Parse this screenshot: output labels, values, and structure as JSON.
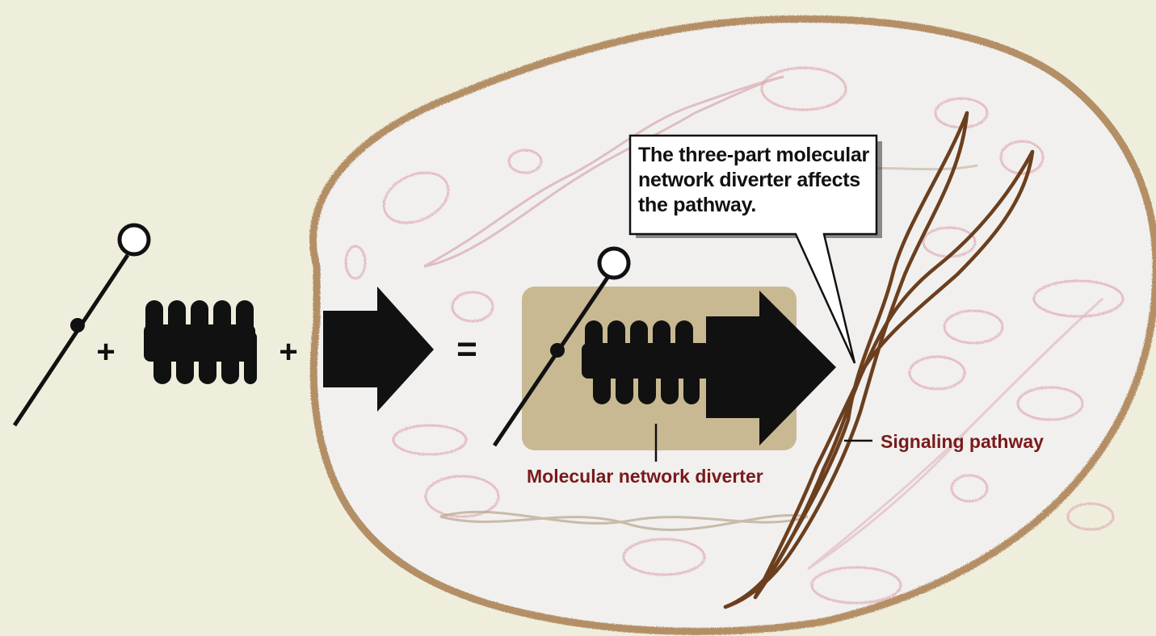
{
  "callout": {
    "text": "The three-part molecular network diverter affects the pathway."
  },
  "labels": {
    "diverter": "Molecular network diverter",
    "pathway": "Signaling pathway"
  },
  "equation": {
    "plus": "+",
    "equals": "="
  },
  "colors": {
    "background": "#efeedd",
    "cell_fill": "#f1f0ef",
    "cell_membrane": "#b48f66",
    "diverter_box": "#c9b993",
    "pathway_strand": "#6b3f1e",
    "label_text": "#7a1a1a",
    "ink": "#111111"
  }
}
